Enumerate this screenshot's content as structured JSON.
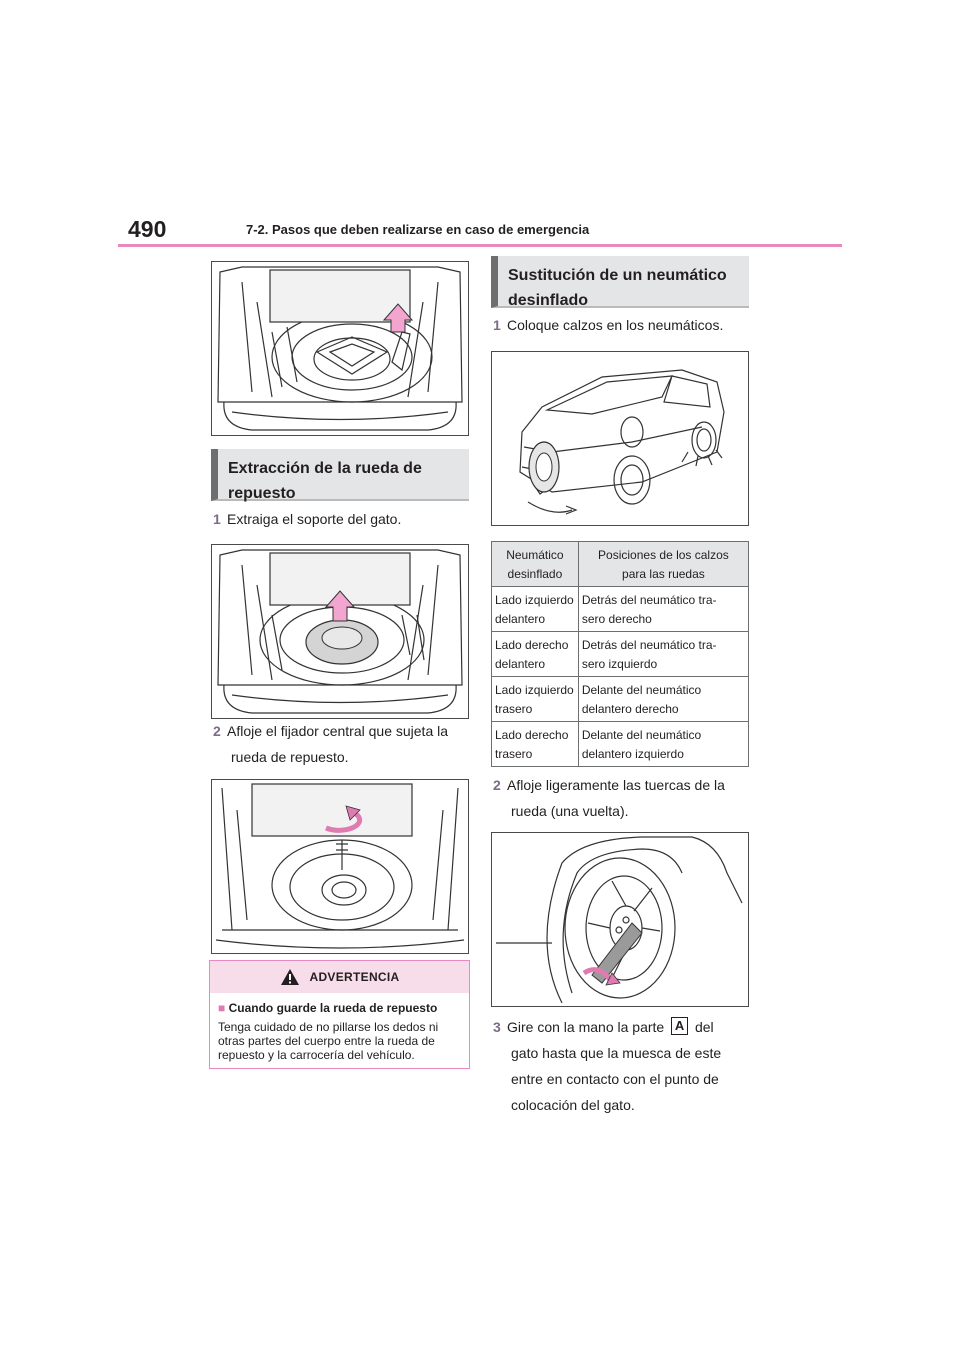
{
  "header": {
    "page_number": "490",
    "chapter": "7-2. Pasos que deben realizarse en caso de emergencia"
  },
  "left": {
    "section_title_line1": "Extracción de la rueda de",
    "section_title_line2": "repuesto",
    "step1": {
      "num": "1",
      "text": "Extraiga el soporte del gato."
    },
    "step2": {
      "num": "2",
      "line1": "Afloje el fijador central que sujeta la",
      "line2": "rueda de repuesto."
    },
    "warning": {
      "title": "ADVERTENCIA",
      "subtitle": "Cuando guarde la rueda de repuesto",
      "bullet": "■",
      "body": "Tenga cuidado de no pillarse los dedos ni otras partes del cuerpo entre la rueda de repuesto y la carrocería del vehículo."
    }
  },
  "right": {
    "section_title_line1": "Sustitución de un neumático",
    "section_title_line2": "desinflado",
    "step1": {
      "num": "1",
      "text": "Coloque calzos en los neumáticos."
    },
    "table": {
      "headers": [
        {
          "line1": "Neumático",
          "line2": "desinflado"
        },
        {
          "line1": "Posiciones de los calzos",
          "line2": "para las ruedas"
        }
      ],
      "rows": [
        {
          "tire": [
            "Lado izquierdo",
            "delantero"
          ],
          "position": [
            "Detrás del neumático tra-",
            "sero derecho"
          ]
        },
        {
          "tire": [
            "Lado derecho",
            "delantero"
          ],
          "position": [
            "Detrás del neumático tra-",
            "sero izquierdo"
          ]
        },
        {
          "tire": [
            "Lado izquierdo",
            "trasero"
          ],
          "position": [
            "Delante del neumático",
            "delantero derecho"
          ]
        },
        {
          "tire": [
            "Lado derecho",
            "trasero"
          ],
          "position": [
            "Delante del neumático",
            "delantero izquierdo"
          ]
        }
      ]
    },
    "step2": {
      "num": "2",
      "line1": "Afloje ligeramente las tuercas de la",
      "line2": "rueda (una vuelta)."
    },
    "step3": {
      "num": "3",
      "pre": "Gire con la mano la parte",
      "label": "A",
      "post": "del",
      "line2": "gato hasta que la muesca de este",
      "line3": "entre en contacto con el punto de",
      "line4": "colocación del gato."
    }
  },
  "colors": {
    "accent_pink": "#e889c0",
    "step_number": "#7d6c89",
    "heading_bg": "#e4e5e6"
  }
}
